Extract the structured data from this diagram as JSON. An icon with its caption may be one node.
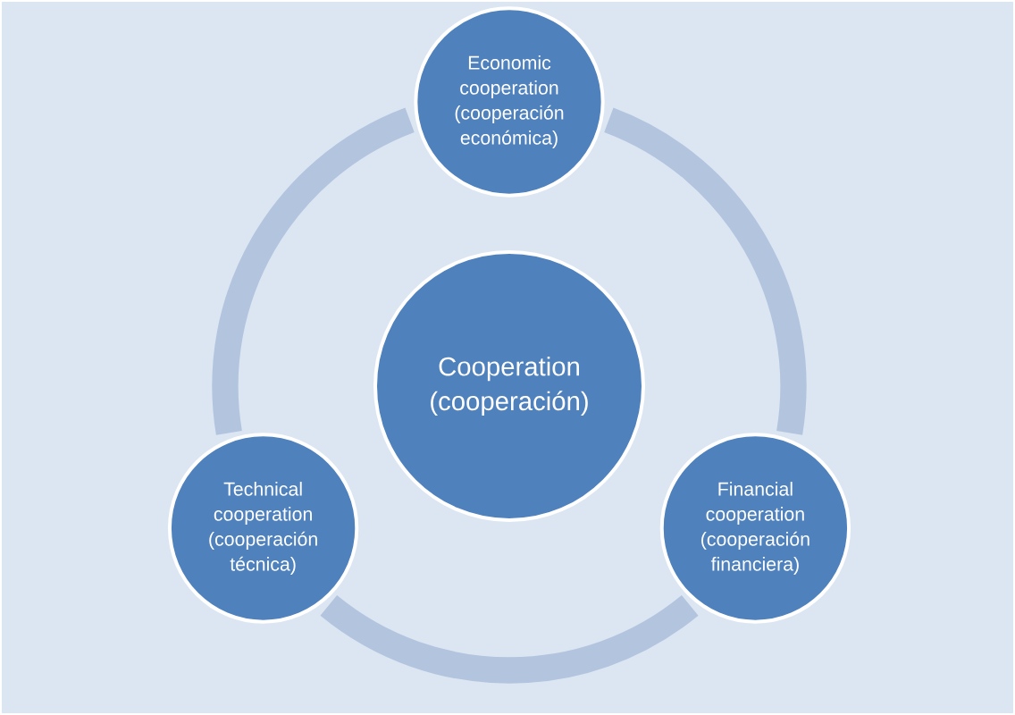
{
  "diagram": {
    "nodes": [
      {
        "text": [
          "Economic cooperation (cooperación económica)"
        ]
      },
      {
        "text": [
          "Cooperation (cooperación)"
        ]
      },
      {
        "text": [
          "Technical cooperation (cooperación técnica)"
        ]
      },
      {
        "text": [
          "Financial cooperation (cooperación financiera)"
        ]
      }
    ],
    "edges": [
      {
        "from": 0,
        "to": 3,
        "arrow": "none"
      },
      {
        "from": 3,
        "to": 2,
        "arrow": "none"
      },
      {
        "from": 2,
        "to": 0,
        "arrow": "none"
      }
    ]
  }
}
